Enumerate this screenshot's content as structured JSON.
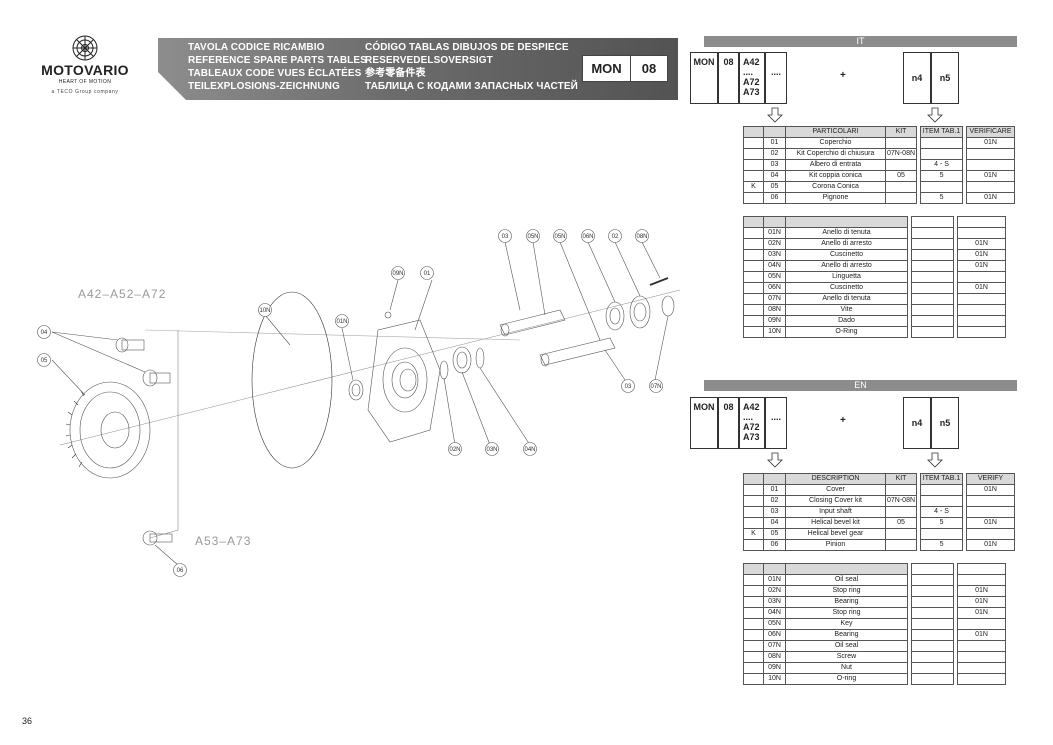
{
  "brand": {
    "name": "MOTOVARIO",
    "tagline": "HEART OF MOTION",
    "group": "a TECO Group company"
  },
  "header": {
    "titles_left": [
      "TAVOLA CODICE RICAMBIO",
      "REFERENCE SPARE PARTS TABLES",
      "TABLEAUX CODE VUES ÉCLATÉES",
      "TEILEXPLOSIONS-ZEICHNUNG"
    ],
    "titles_right": [
      "CÓDIGO TABLAS DIBUJOS DE DESPIECE",
      "RESERVEDELSOVERSIGT",
      "参考零备件表",
      "ТАБЛИЦА С КОДАМИ ЗАПАСНЫХ ЧАСТЕЙ"
    ],
    "code_prefix": "MON",
    "code_size": "08"
  },
  "drawing": {
    "group_labels": [
      "A42–A52–A72",
      "A53–A73"
    ],
    "callouts": [
      "04",
      "05",
      "06",
      "10N",
      "09N",
      "01",
      "01N",
      "03",
      "05N",
      "05N",
      "06N",
      "02",
      "08N",
      "03",
      "07N",
      "02N",
      "03N",
      "04N"
    ]
  },
  "sections": [
    {
      "lang": "IT",
      "code": {
        "c1": "MON",
        "c2": "08",
        "c3": [
          "A42",
          "....",
          "A72",
          "A73"
        ],
        "c4": "....",
        "plus": "+",
        "c5": "n4",
        "c6": "n5"
      },
      "table1": {
        "headers": [
          "",
          "",
          "PARTICOLARI",
          "KIT",
          "ITEM TAB.1",
          "VERIFICARE"
        ],
        "rows": [
          [
            "",
            "01",
            "Coperchio",
            "",
            "",
            "01N"
          ],
          [
            "",
            "02",
            "Kit Coperchio di chiusura",
            "07N-08N",
            "",
            ""
          ],
          [
            "",
            "03",
            "Albero di entrata",
            "",
            "4 - S",
            ""
          ],
          [
            "",
            "04",
            "Kit coppia conica",
            "05",
            "5",
            "01N"
          ],
          [
            "K",
            "05",
            "Corona Conica",
            "",
            "",
            ""
          ],
          [
            "",
            "06",
            "Pignone",
            "",
            "5",
            "01N"
          ]
        ]
      },
      "table2": {
        "rows": [
          [
            "",
            "01N",
            "Anello di tenuta",
            "",
            "",
            ""
          ],
          [
            "",
            "02N",
            "Anello di arresto",
            "",
            "",
            "01N"
          ],
          [
            "",
            "03N",
            "Cuscinetto",
            "",
            "",
            "01N"
          ],
          [
            "",
            "04N",
            "Anello di arresto",
            "",
            "",
            "01N"
          ],
          [
            "",
            "05N",
            "Linguetta",
            "",
            "",
            ""
          ],
          [
            "",
            "06N",
            "Cuscinetto",
            "",
            "",
            "01N"
          ],
          [
            "",
            "07N",
            "Anello di tenuta",
            "",
            "",
            ""
          ],
          [
            "",
            "08N",
            "Vite",
            "",
            "",
            ""
          ],
          [
            "",
            "09N",
            "Dado",
            "",
            "",
            ""
          ],
          [
            "",
            "10N",
            "O-Ring",
            "",
            "",
            ""
          ]
        ]
      }
    },
    {
      "lang": "EN",
      "code": {
        "c1": "MON",
        "c2": "08",
        "c3": [
          "A42",
          "....",
          "A72",
          "A73"
        ],
        "c4": "....",
        "plus": "+",
        "c5": "n4",
        "c6": "n5"
      },
      "table1": {
        "headers": [
          "",
          "",
          "DESCRIPTION",
          "KIT",
          "ITEM TAB.1",
          "VERIFY"
        ],
        "rows": [
          [
            "",
            "01",
            "Cover",
            "",
            "",
            "01N"
          ],
          [
            "",
            "02",
            "Closing Cover kit",
            "07N-08N",
            "",
            ""
          ],
          [
            "",
            "03",
            "Input shaft",
            "",
            "4 - S",
            ""
          ],
          [
            "",
            "04",
            "Helical bevel kit",
            "05",
            "5",
            "01N"
          ],
          [
            "K",
            "05",
            "Helical bevel gear",
            "",
            "",
            ""
          ],
          [
            "",
            "06",
            "Pinion",
            "",
            "5",
            "01N"
          ]
        ]
      },
      "table2": {
        "rows": [
          [
            "",
            "01N",
            "Oil seal",
            "",
            "",
            ""
          ],
          [
            "",
            "02N",
            "Stop ring",
            "",
            "",
            "01N"
          ],
          [
            "",
            "03N",
            "Bearing",
            "",
            "",
            "01N"
          ],
          [
            "",
            "04N",
            "Stop ring",
            "",
            "",
            "01N"
          ],
          [
            "",
            "05N",
            "Key",
            "",
            "",
            ""
          ],
          [
            "",
            "06N",
            "Bearing",
            "",
            "",
            "01N"
          ],
          [
            "",
            "07N",
            "Oil seal",
            "",
            "",
            ""
          ],
          [
            "",
            "08N",
            "Screw",
            "",
            "",
            ""
          ],
          [
            "",
            "09N",
            "Nut",
            "",
            "",
            ""
          ],
          [
            "",
            "10N",
            "O-ring",
            "",
            "",
            ""
          ]
        ]
      }
    }
  ],
  "page_number": "36"
}
